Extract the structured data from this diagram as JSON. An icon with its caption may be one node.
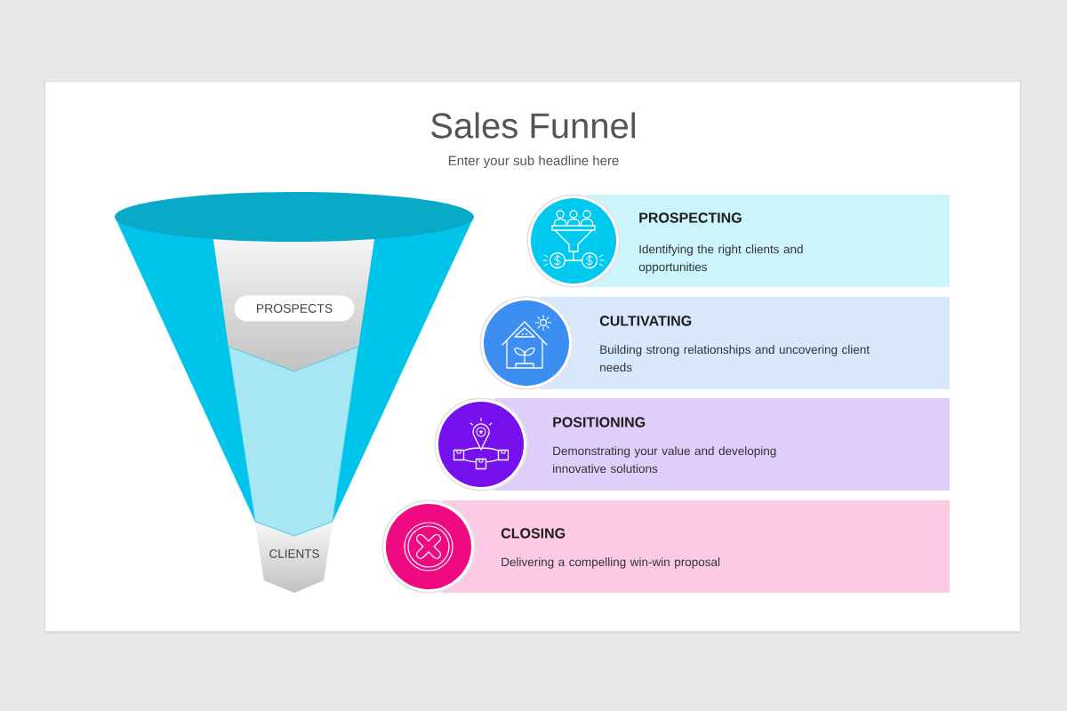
{
  "diagram": {
    "title": "Sales Funnel",
    "nodes": [
      {
        "text": [
          "PROSPECTS"
        ]
      },
      {
        "text": [
          "CLIENTS"
        ]
      },
      {
        "text": [
          "PROSPECTING",
          "Identifying the right clients and opportunities"
        ]
      },
      {
        "text": [
          "CULTIVATING",
          "Building strong relationships and uncovering client needs"
        ]
      },
      {
        "text": [
          "POSITIONING",
          "Demonstrating your value and developing innovative solutions"
        ]
      },
      {
        "text": [
          "CLOSING",
          "Delivering a compelling win-win proposal"
        ]
      }
    ],
    "labels": [
      "Enter your sub headline here"
    ]
  }
}
